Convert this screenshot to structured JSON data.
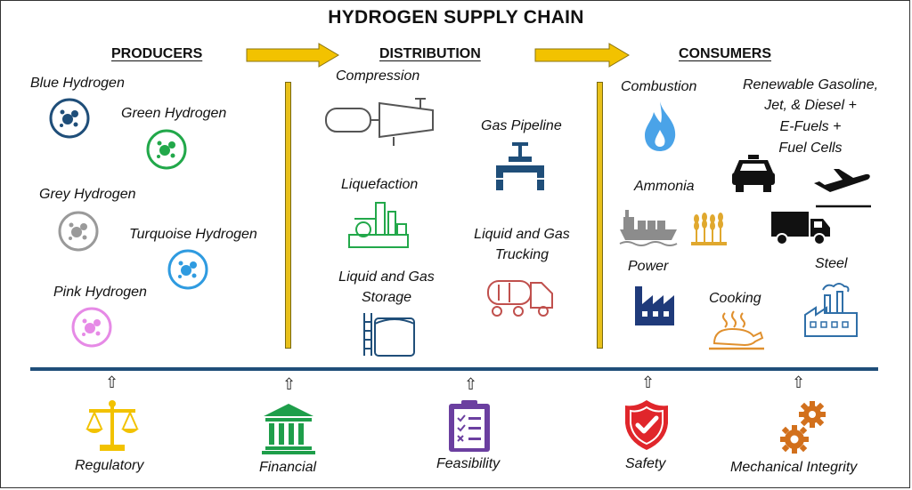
{
  "title": "HYDROGEN SUPPLY CHAIN",
  "columns": {
    "producers": "PRODUCERS",
    "distribution": "DISTRIBUTION",
    "consumers": "CONSUMERS"
  },
  "producers": [
    {
      "label": "Blue Hydrogen",
      "color": "#1f4e79"
    },
    {
      "label": "Green Hydrogen",
      "color": "#22a84a"
    },
    {
      "label": "Grey Hydrogen",
      "color": "#9a9a9a"
    },
    {
      "label": "Turquoise Hydrogen",
      "color": "#2f9be0"
    },
    {
      "label": "Pink Hydrogen",
      "color": "#e68ae6"
    }
  ],
  "distribution": {
    "compression": "Compression",
    "liquefaction": "Liquefaction",
    "storage_line1": "Liquid and Gas",
    "storage_line2": "Storage",
    "pipeline": "Gas Pipeline",
    "trucking_line1": "Liquid and Gas",
    "trucking_line2": "Trucking"
  },
  "consumers": {
    "combustion": "Combustion",
    "fuels_line1": "Renewable Gasoline,",
    "fuels_line2": "Jet, & Diesel +",
    "fuels_line3": "E-Fuels +",
    "fuels_line4": "Fuel Cells",
    "ammonia": "Ammonia",
    "power": "Power",
    "cooking": "Cooking",
    "steel": "Steel"
  },
  "enablers": [
    {
      "label": "Regulatory",
      "icon": "scales-icon",
      "color": "#f2c200"
    },
    {
      "label": "Financial",
      "icon": "bank-icon",
      "color": "#1e9e4a"
    },
    {
      "label": "Feasibility",
      "icon": "clipboard-checklist-icon",
      "color": "#6b3fa0"
    },
    {
      "label": "Safety",
      "icon": "shield-check-icon",
      "color": "#e0262b"
    },
    {
      "label": "Mechanical Integrity",
      "icon": "gears-icon",
      "color": "#d2701c"
    }
  ],
  "up_arrow": "⇧",
  "colors": {
    "arrow": "#f2c200",
    "divider": "#1f4e79",
    "flame": "#4aa3e8",
    "vehicle": "#111111",
    "ship": "#8c8c8c",
    "wheat": "#e0a82e",
    "factory": "#1f3a7a",
    "cooking": "#e0902e",
    "steel": "#2f6fa8",
    "pipeline": "#1f4e79",
    "trucking": "#c0504d",
    "liquefaction": "#22a84a",
    "storage": "#1f4e79"
  }
}
